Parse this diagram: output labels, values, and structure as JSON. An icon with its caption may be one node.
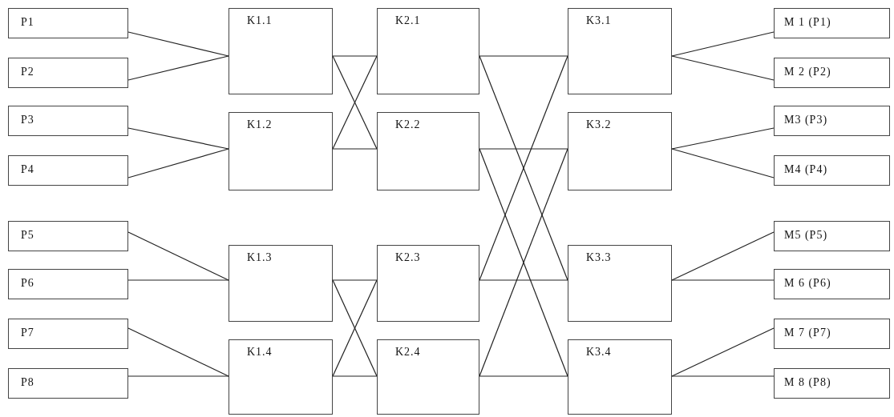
{
  "diagram": {
    "nodes": [
      {
        "text": [
          "P1"
        ]
      },
      {
        "text": [
          "P2"
        ]
      },
      {
        "text": [
          "P3"
        ]
      },
      {
        "text": [
          "P4"
        ]
      },
      {
        "text": [
          "P5"
        ]
      },
      {
        "text": [
          "P6"
        ]
      },
      {
        "text": [
          "P7"
        ]
      },
      {
        "text": [
          "P8"
        ]
      },
      {
        "text": [
          "K1.1"
        ]
      },
      {
        "text": [
          "K1.2"
        ]
      },
      {
        "text": [
          "K1.3"
        ]
      },
      {
        "text": [
          "K1.4"
        ]
      },
      {
        "text": [
          "K2.1"
        ]
      },
      {
        "text": [
          "K2.2"
        ]
      },
      {
        "text": [
          "K2.3"
        ]
      },
      {
        "text": [
          "K2.4"
        ]
      },
      {
        "text": [
          "K3.1"
        ]
      },
      {
        "text": [
          "K3.2"
        ]
      },
      {
        "text": [
          "K3.3"
        ]
      },
      {
        "text": [
          "K3.4"
        ]
      },
      {
        "text": [
          "M 1 (P1)"
        ]
      },
      {
        "text": [
          "M 2 (P2)"
        ]
      },
      {
        "text": [
          "M3 (P3)"
        ]
      },
      {
        "text": [
          "M4 (P4)"
        ]
      },
      {
        "text": [
          "M5 (P5)"
        ]
      },
      {
        "text": [
          "M 6 (P6)"
        ]
      },
      {
        "text": [
          "M 7 (P7)"
        ]
      },
      {
        "text": [
          "M 8 (P8)"
        ]
      }
    ],
    "edges": [
      {
        "from": 0,
        "to": 8,
        "arrow": "none"
      },
      {
        "from": 1,
        "to": 8,
        "arrow": "none"
      },
      {
        "from": 2,
        "to": 9,
        "arrow": "none"
      },
      {
        "from": 3,
        "to": 9,
        "arrow": "none"
      },
      {
        "from": 4,
        "to": 10,
        "arrow": "none"
      },
      {
        "from": 5,
        "to": 10,
        "arrow": "none"
      },
      {
        "from": 6,
        "to": 11,
        "arrow": "none"
      },
      {
        "from": 7,
        "to": 11,
        "arrow": "none"
      },
      {
        "from": 8,
        "to": 12,
        "arrow": "none"
      },
      {
        "from": 8,
        "to": 13,
        "arrow": "none"
      },
      {
        "from": 9,
        "to": 12,
        "arrow": "none"
      },
      {
        "from": 9,
        "to": 13,
        "arrow": "none"
      },
      {
        "from": 10,
        "to": 14,
        "arrow": "none"
      },
      {
        "from": 10,
        "to": 15,
        "arrow": "none"
      },
      {
        "from": 11,
        "to": 14,
        "arrow": "none"
      },
      {
        "from": 11,
        "to": 15,
        "arrow": "none"
      },
      {
        "from": 12,
        "to": 16,
        "arrow": "none"
      },
      {
        "from": 12,
        "to": 18,
        "arrow": "none"
      },
      {
        "from": 13,
        "to": 17,
        "arrow": "none"
      },
      {
        "from": 13,
        "to": 19,
        "arrow": "none"
      },
      {
        "from": 14,
        "to": 18,
        "arrow": "none"
      },
      {
        "from": 14,
        "to": 16,
        "arrow": "none"
      },
      {
        "from": 15,
        "to": 19,
        "arrow": "none"
      },
      {
        "from": 15,
        "to": 17,
        "arrow": "none"
      },
      {
        "from": 16,
        "to": 20,
        "arrow": "none"
      },
      {
        "from": 16,
        "to": 21,
        "arrow": "none"
      },
      {
        "from": 17,
        "to": 22,
        "arrow": "none"
      },
      {
        "from": 17,
        "to": 23,
        "arrow": "none"
      },
      {
        "from": 18,
        "to": 24,
        "arrow": "none"
      },
      {
        "from": 18,
        "to": 25,
        "arrow": "none"
      },
      {
        "from": 19,
        "to": 26,
        "arrow": "none"
      },
      {
        "from": 19,
        "to": 27,
        "arrow": "none"
      }
    ]
  }
}
